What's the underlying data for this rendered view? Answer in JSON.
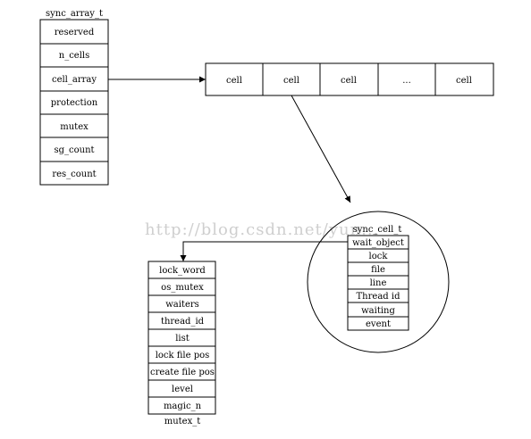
{
  "sync_array": {
    "title": "sync_array_t",
    "fields": [
      "reserved",
      "n_cells",
      "cell_array",
      "protection",
      "mutex",
      "sg_count",
      "res_count"
    ]
  },
  "cell_array": {
    "cells": [
      "cell",
      "cell",
      "cell",
      "...",
      "cell"
    ]
  },
  "sync_cell": {
    "title": "sync_cell_t",
    "fields": [
      "wait_object",
      "lock",
      "file",
      "line",
      "Thread id",
      "waiting",
      "event"
    ]
  },
  "mutex": {
    "title": "mutex_t",
    "fields": [
      "lock_word",
      "os_mutex",
      "waiters",
      "thread_id",
      "list",
      "lock file pos",
      "create file pos",
      "level",
      "magic_n"
    ]
  },
  "watermark": "http://blog.csdn.net/yun..."
}
